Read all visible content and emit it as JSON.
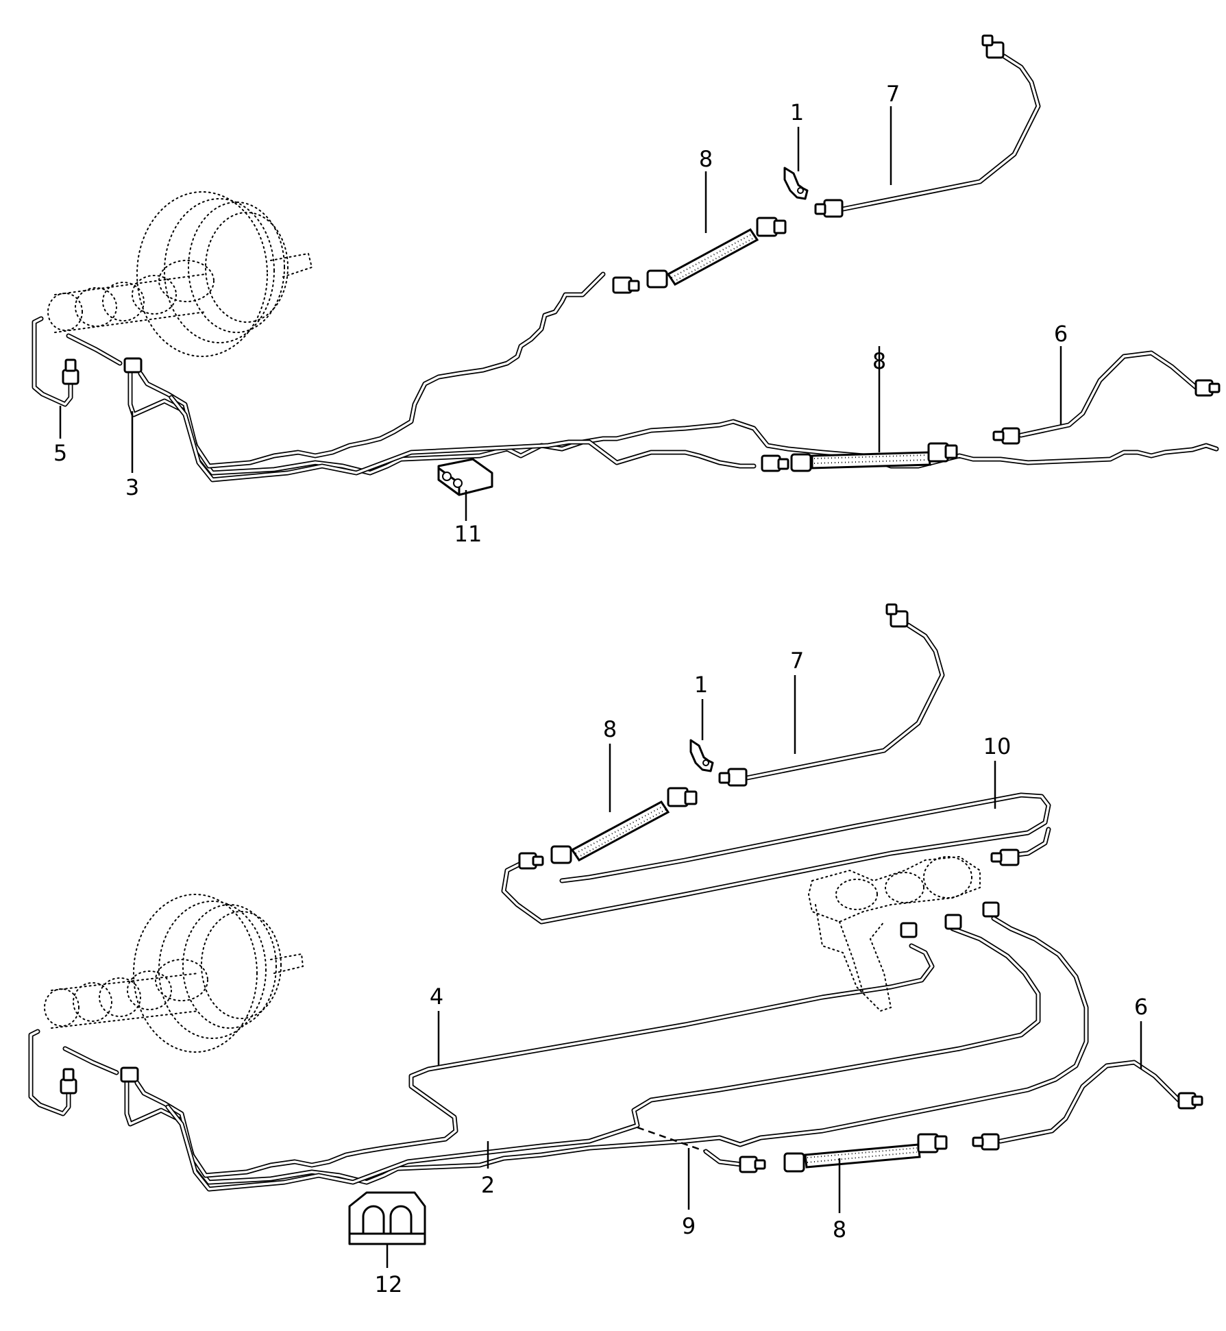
{
  "upper_diagram": {
    "callouts": {
      "c1": "1",
      "c7": "7",
      "c8a": "8",
      "c8b": "8",
      "c6": "6",
      "c5": "5",
      "c3": "3",
      "c11": "11"
    }
  },
  "lower_diagram": {
    "callouts": {
      "c1": "1",
      "c7": "7",
      "c8a": "8",
      "c10": "10",
      "c4": "4",
      "c6": "6",
      "c2": "2",
      "c9": "9",
      "c8b": "8",
      "c12": "12"
    }
  }
}
